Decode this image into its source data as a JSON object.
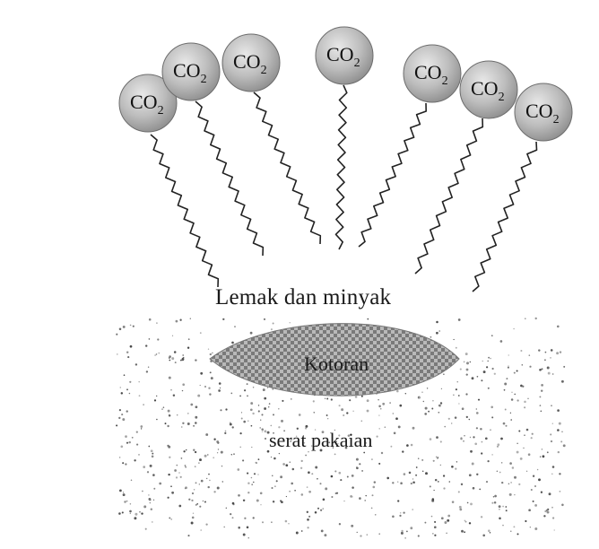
{
  "diagram": {
    "molecule_head_label": "CO",
    "molecule_head_subscript": "2",
    "molecule_count": 7,
    "labels": {
      "fat_and_oil": "Lemak dan minyak",
      "dirt": "Kotoran",
      "fabric_fiber": "serat pakaian"
    }
  }
}
